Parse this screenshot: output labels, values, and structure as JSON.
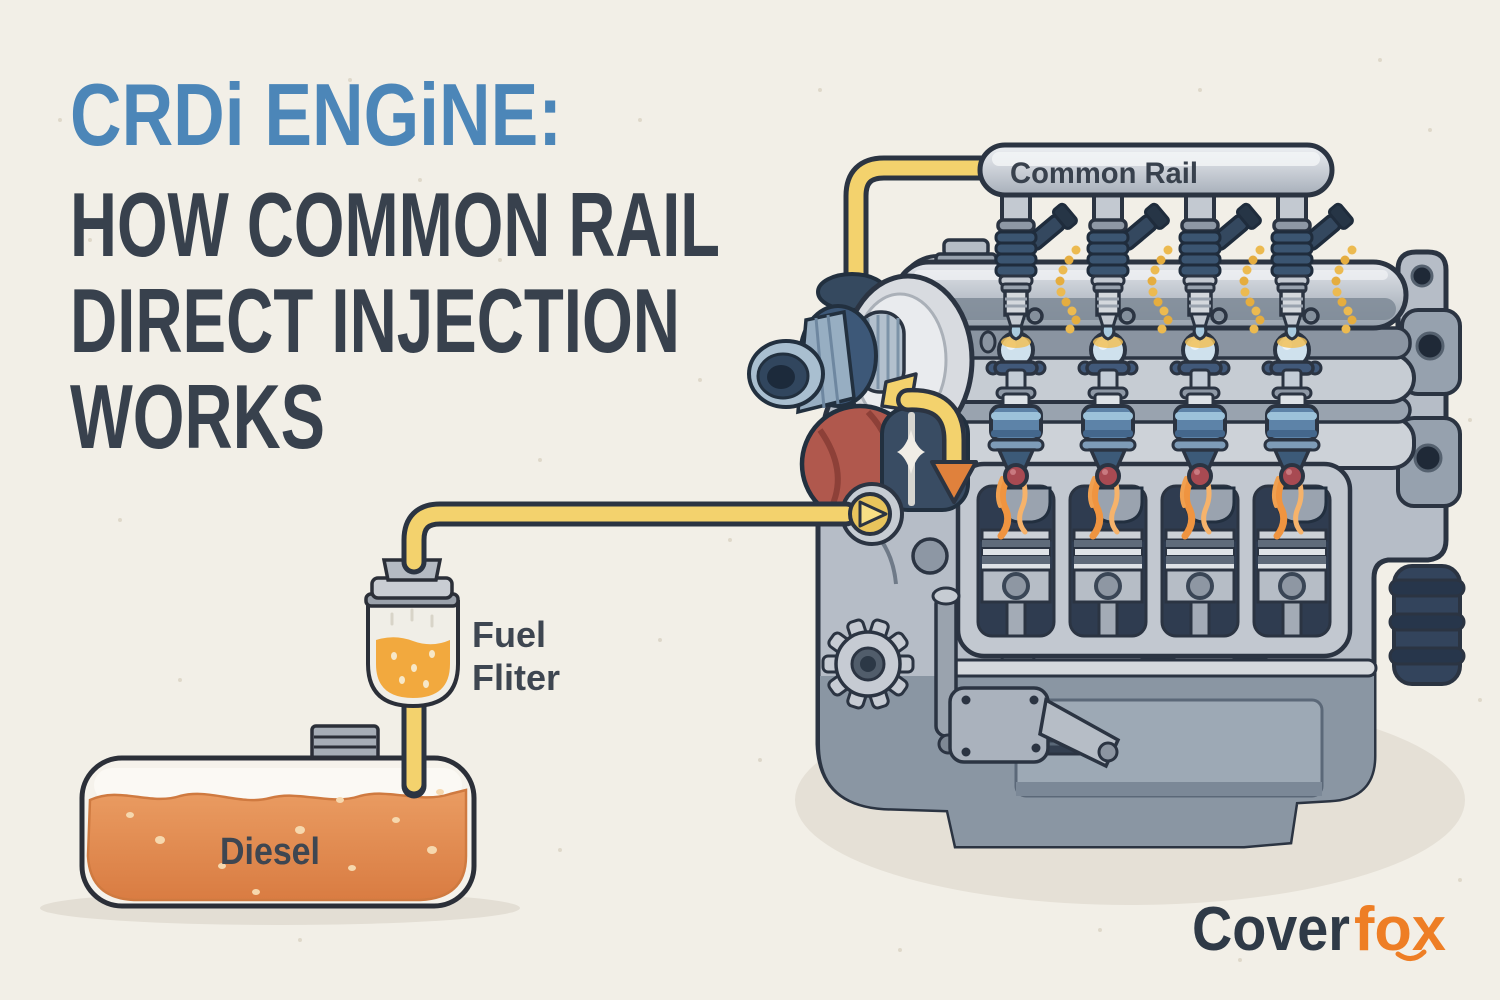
{
  "title": {
    "line1": "CRDi ENGiNE:",
    "line2": "HOW COMMON RAIL",
    "line3": "DIRECT INJECTION",
    "line4": "WORKS"
  },
  "labels": {
    "common_rail": "Common Rail",
    "fuel_filter_line1": "Fuel",
    "fuel_filter_line2": "Fliter",
    "diesel": "Diesel"
  },
  "logo": {
    "part1": "Cover",
    "part2": "fox"
  },
  "colors": {
    "background": "#f2efe7",
    "title_accent": "#4c86b8",
    "title_dark": "#38414d",
    "outline": "#2b3442",
    "pipe_yellow": "#f3d26d",
    "tank_fuel_orange": "#e28c54",
    "filter_fuel_orange": "#f2a93e",
    "spray_orange": "#ef9440",
    "arrow_orange": "#e0813c",
    "engine_gray": "#b6bdc7",
    "injector_navy": "#3b5571",
    "injector_blue": "#5d83a8",
    "pump_red": "#b0584d",
    "tip_red": "#a84a52",
    "label_dark": "#3e4651",
    "logo_dark": "#2f3a47",
    "logo_orange": "#ee7e25"
  },
  "parts": {
    "tank": "fuel-tank",
    "filter": "fuel-filter",
    "low_pressure_line": "low-pressure-fuel-line",
    "pump": "high-pressure-pump",
    "high_pressure_line": "high-pressure-fuel-line",
    "rail": "common-rail",
    "injectors": "fuel-injectors",
    "pistons": "pistons-in-cylinders",
    "engine": "engine-block",
    "gear": "timing-gear"
  }
}
